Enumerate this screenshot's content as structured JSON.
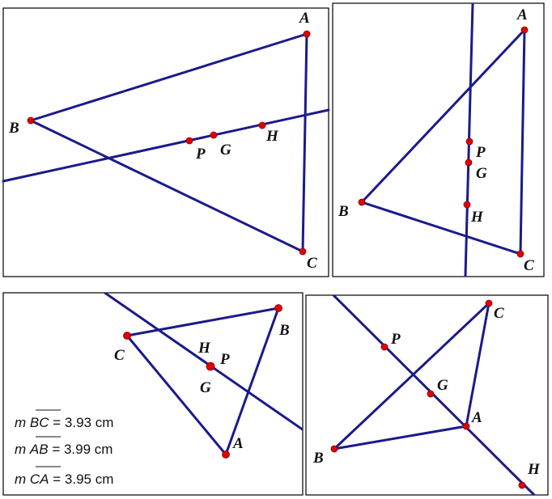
{
  "panels": [
    {
      "labels": {
        "A": "A",
        "B": "B",
        "C": "C",
        "P": "P",
        "G": "G",
        "H": "H"
      }
    },
    {
      "labels": {
        "A": "A",
        "B": "B",
        "C": "C",
        "P": "P",
        "G": "G",
        "H": "H"
      }
    },
    {
      "labels": {
        "A": "A",
        "B": "B",
        "C": "C",
        "P": "P",
        "G": "G",
        "H": "H"
      },
      "measurements": [
        {
          "prefix": "m",
          "segment": "BC",
          "value": "= 3.93 cm"
        },
        {
          "prefix": "m",
          "segment": "AB",
          "value": "= 3.99 cm"
        },
        {
          "prefix": "m",
          "segment": "CA",
          "value": "= 3.95 cm"
        }
      ]
    },
    {
      "labels": {
        "A": "A",
        "B": "B",
        "C": "C",
        "P": "P",
        "G": "G",
        "H": "H"
      }
    }
  ],
  "colors": {
    "line": "#1a1a8c",
    "point": "#e00000"
  }
}
